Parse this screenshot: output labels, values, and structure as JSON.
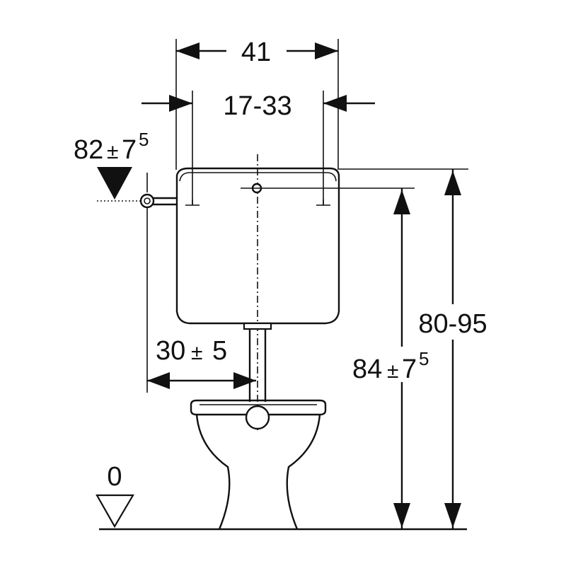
{
  "diagram": {
    "dim_width_total": "41",
    "dim_width_range": "17-33",
    "dim_height_total": "80-95",
    "dim_height_inlet_value": "84",
    "dim_height_inlet_tol_sign": "±",
    "dim_height_inlet_tol": "7",
    "dim_height_inlet_tol_sup": "5",
    "dim_side_height_value": "82",
    "dim_side_height_tol_sign": "±",
    "dim_side_height_tol": "7",
    "dim_side_height_tol_sup": "5",
    "dim_offset_value": "30",
    "dim_offset_tol_sign": "±",
    "dim_offset_tol": "5",
    "floor_level": "0"
  }
}
